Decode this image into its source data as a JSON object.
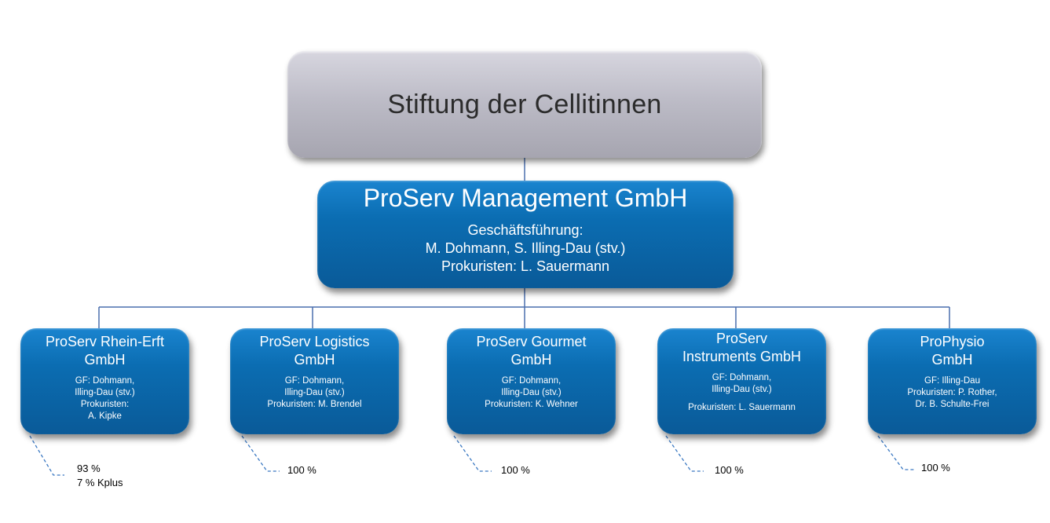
{
  "top": {
    "title": "Stiftung der Cellitinnen"
  },
  "management": {
    "name": "ProServ Management GmbH",
    "gf_label": "Geschäftsführung:",
    "gf_names": "M. Dohmann, S. Illing-Dau (stv.)",
    "prokuristen": "Prokuristen: L. Sauermann"
  },
  "subsidiaries": [
    {
      "name_line1": "ProServ Rhein-Erft",
      "name_line2": "GmbH",
      "d1": "GF: Dohmann,",
      "d2": "Illing-Dau (stv.)",
      "d3": "Prokuristen:",
      "d4": "A. Kipke",
      "share1": "93 %",
      "share2": "7 % Kplus"
    },
    {
      "name_line1": "ProServ Logistics",
      "name_line2": "GmbH",
      "d1": "GF: Dohmann,",
      "d2": "Illing-Dau (stv.)",
      "d3": "Prokuristen: M. Brendel",
      "share1": "100 %"
    },
    {
      "name_line1": "ProServ Gourmet",
      "name_line2": "GmbH",
      "d1": "GF: Dohmann,",
      "d2": "Illing-Dau (stv.)",
      "d3": "Prokuristen: K. Wehner",
      "share1": "100 %"
    },
    {
      "name_line1": "ProServ",
      "name_line2": "Instruments GmbH",
      "d1": "GF: Dohmann,",
      "d2": "Illing-Dau (stv.)",
      "d3": "Prokuristen: L. Sauermann",
      "share1": "100 %"
    },
    {
      "name_line1": "ProPhysio",
      "name_line2": "GmbH",
      "d1": "GF: Illing-Dau",
      "d2": "Prokuristen: P. Rother,",
      "d3": "Dr. B. Schulte-Frei",
      "share1": "100 %"
    }
  ],
  "colors": {
    "connector": "#4a6fae",
    "share_line": "#3a78c2"
  }
}
